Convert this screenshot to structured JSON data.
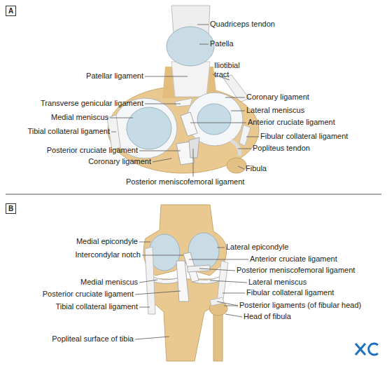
{
  "diagram": {
    "nodes": [
      {
        "text": [
          "A"
        ]
      },
      {
        "text": [
          "B"
        ]
      }
    ],
    "labels": [
      "Quadriceps tendon",
      "Patella",
      "Iliotibial tract",
      "Patellar ligament",
      "Transverse genicular ligament",
      "Coronary ligament",
      "Medial meniscus",
      "Lateral meniscus",
      "Anterior cruciate ligament",
      "Tibial collateral ligament",
      "Fibular collateral ligament",
      "Posterior cruciate ligament",
      "Popliteus tendon",
      "Coronary ligament",
      "Fibula",
      "Posterior meniscofemoral ligament",
      "Medial epicondyle",
      "Lateral epicondyle",
      "Intercondylar notch",
      "Anterior cruciate ligament",
      "Posterior meniscofemoral ligament",
      "Medial meniscus",
      "Lateral meniscus",
      "Posterior cruciate ligament",
      "Fibular collateral ligament",
      "Tibial collateral ligament",
      "Posterior ligaments (of fibular head)",
      "Head of fibula",
      "Popliteal surface of tibia"
    ]
  }
}
